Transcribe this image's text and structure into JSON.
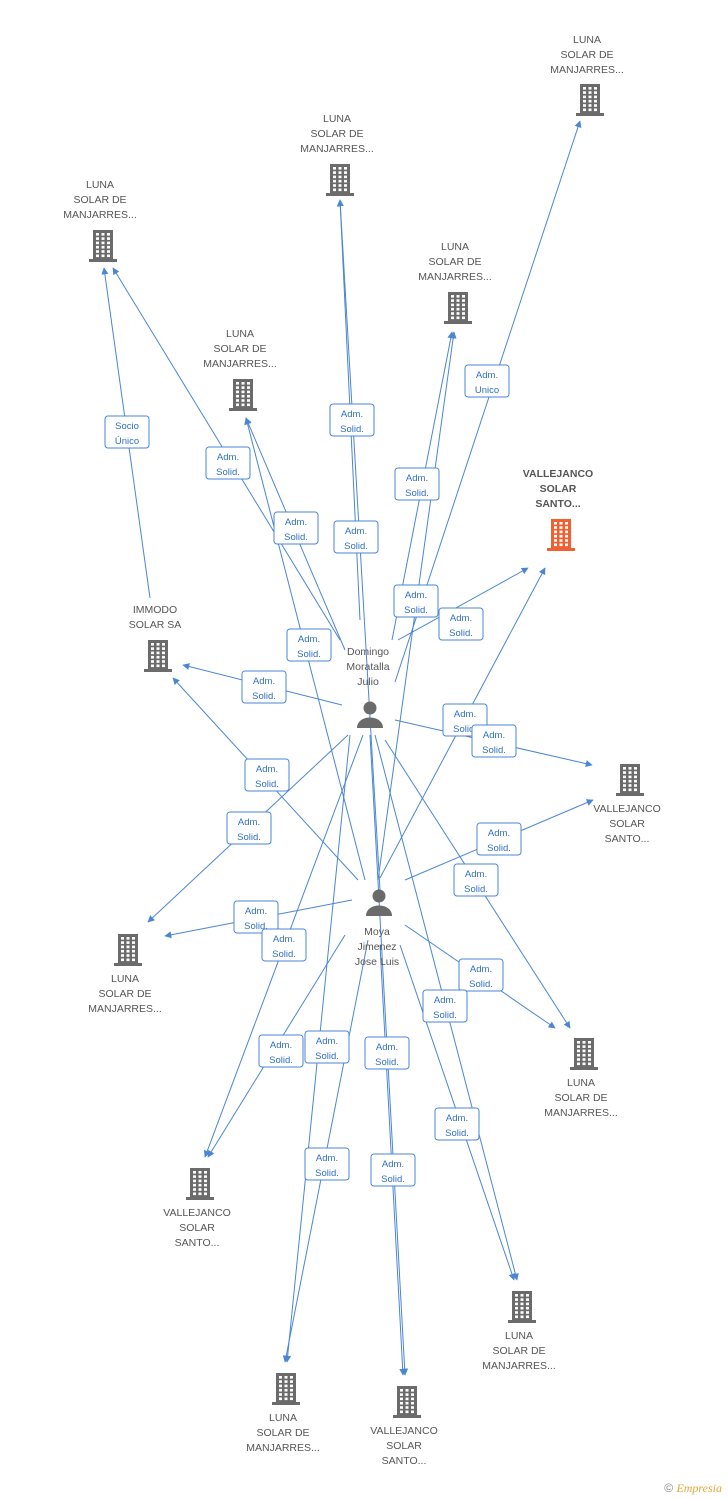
{
  "colors": {
    "edge": "#4a86d4",
    "company": "#6b6b6b",
    "focus": "#f06030",
    "person": "#6b6b6b"
  },
  "nodes": [
    {
      "id": "c_top_right",
      "type": "company-icon",
      "lines": [
        "LUNA",
        "SOLAR DE",
        "MANJARRES..."
      ]
    },
    {
      "id": "c_top_mid",
      "type": "company-icon",
      "lines": [
        "LUNA",
        "SOLAR DE",
        "MANJARRES..."
      ]
    },
    {
      "id": "c_top_left",
      "type": "company-icon",
      "lines": [
        "LUNA",
        "SOLAR DE",
        "MANJARRES..."
      ]
    },
    {
      "id": "c_mid_right",
      "type": "company-icon",
      "lines": [
        "LUNA",
        "SOLAR DE",
        "MANJARRES..."
      ]
    },
    {
      "id": "c_mid_left",
      "type": "company-icon",
      "lines": [
        "LUNA",
        "SOLAR DE",
        "MANJARRES..."
      ]
    },
    {
      "id": "focus",
      "type": "company-icon",
      "focus": true,
      "lines": [
        "VALLEJANCO",
        "SOLAR",
        "SANTO..."
      ]
    },
    {
      "id": "immodo",
      "type": "company-icon",
      "lines": [
        "IMMODO",
        "SOLAR SA"
      ]
    },
    {
      "id": "p_domingo",
      "type": "person-icon",
      "lines": [
        "Domingo",
        "Moratalla",
        "Julio"
      ]
    },
    {
      "id": "v_right",
      "type": "company-icon",
      "lines": [
        "VALLEJANCO",
        "SOLAR",
        "SANTO..."
      ]
    },
    {
      "id": "p_moya",
      "type": "person-icon",
      "lines": [
        "Moya",
        "Jimenez",
        "Jose Luis"
      ]
    },
    {
      "id": "l_left",
      "type": "company-icon",
      "lines": [
        "LUNA",
        "SOLAR DE",
        "MANJARRES..."
      ]
    },
    {
      "id": "l_right",
      "type": "company-icon",
      "lines": [
        "LUNA",
        "SOLAR DE",
        "MANJARRES..."
      ]
    },
    {
      "id": "v_bottom_left",
      "type": "company-icon",
      "lines": [
        "VALLEJANCO",
        "SOLAR",
        "SANTO..."
      ]
    },
    {
      "id": "l_bottom_right",
      "type": "company-icon",
      "lines": [
        "LUNA",
        "SOLAR DE",
        "MANJARRES..."
      ]
    },
    {
      "id": "l_bottom",
      "type": "company-icon",
      "lines": [
        "LUNA",
        "SOLAR DE",
        "MANJARRES..."
      ]
    },
    {
      "id": "v_bottom",
      "type": "company-icon",
      "lines": [
        "VALLEJANCO",
        "SOLAR",
        "SANTO..."
      ]
    }
  ],
  "edge_labels": [
    {
      "lines": [
        "Adm.",
        "Unico"
      ]
    },
    {
      "lines": [
        "Socio",
        "Único"
      ]
    },
    {
      "lines": [
        "Adm.",
        "Solid."
      ]
    }
  ],
  "footer": {
    "copyright": "©",
    "brand": "Empresia"
  }
}
